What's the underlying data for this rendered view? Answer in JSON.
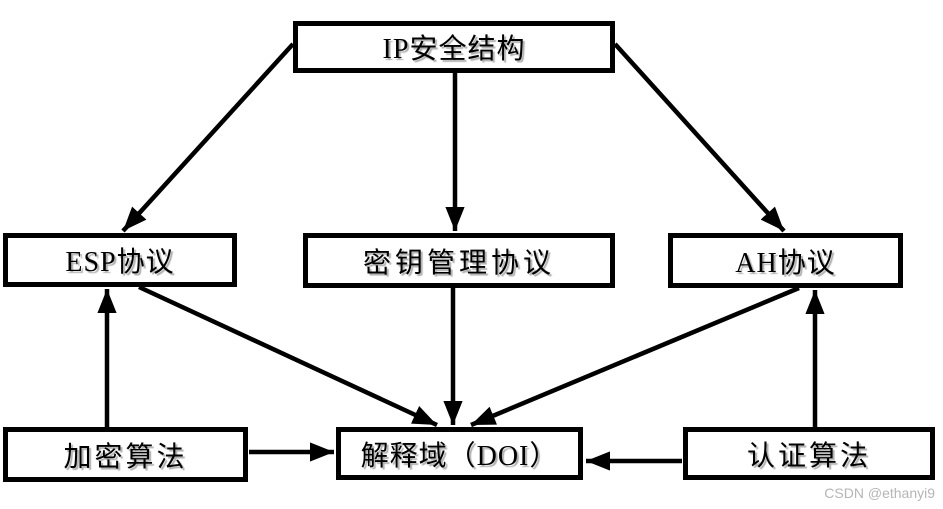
{
  "diagram": {
    "description": "IPsec architecture relationship diagram",
    "background_color": "#ffffff",
    "line_color": "#000000"
  },
  "nodes": {
    "ip": {
      "label": "IP安全结构"
    },
    "esp": {
      "label": "ESP协议"
    },
    "key_mgmt": {
      "label": "密钥管理协议"
    },
    "ah": {
      "label": "AH协议"
    },
    "encryption": {
      "label": "加密算法"
    },
    "doi": {
      "label": "解释域（DOI）"
    },
    "auth": {
      "label": "认证算法"
    }
  },
  "edges": [
    {
      "from": "ip",
      "to": "esp"
    },
    {
      "from": "ip",
      "to": "key_mgmt"
    },
    {
      "from": "ip",
      "to": "ah"
    },
    {
      "from": "esp",
      "to": "doi"
    },
    {
      "from": "key_mgmt",
      "to": "doi"
    },
    {
      "from": "ah",
      "to": "doi"
    },
    {
      "from": "encryption",
      "to": "esp"
    },
    {
      "from": "encryption",
      "to": "doi"
    },
    {
      "from": "auth",
      "to": "ah"
    },
    {
      "from": "auth",
      "to": "doi"
    }
  ],
  "watermark": {
    "text": "CSDN @ethanyi9",
    "color": "#b5b5b5"
  }
}
